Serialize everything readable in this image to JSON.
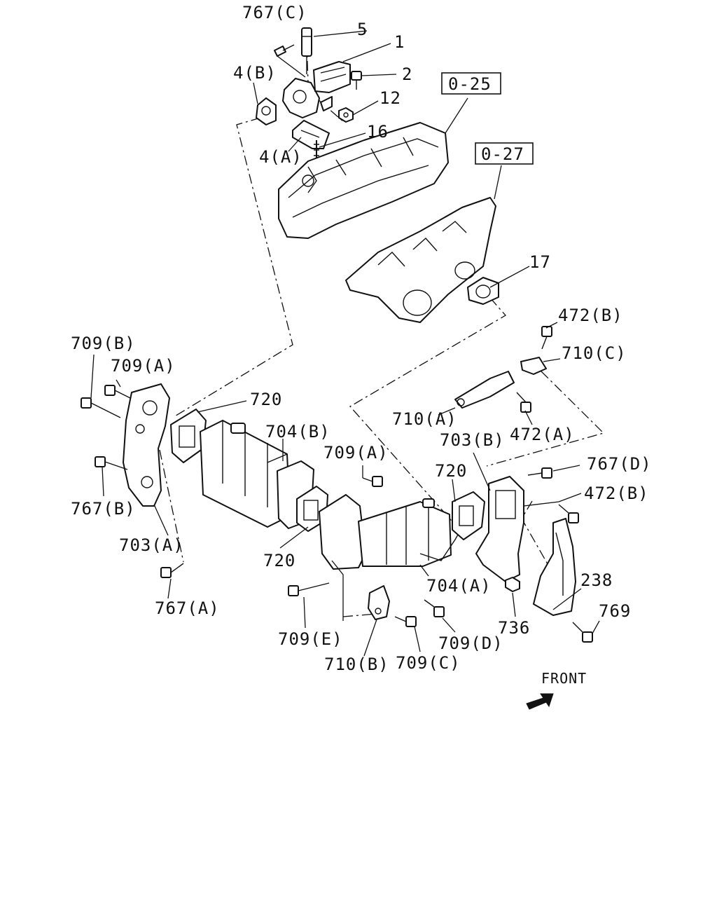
{
  "labels": {
    "l767c": "767(C)",
    "l5": "5",
    "l1": "1",
    "l2": "2",
    "l4b": "4(B)",
    "l12": "12",
    "l16": "16",
    "l4a": "4(A)",
    "l17": "17",
    "l472b_top": "472(B)",
    "l709b": "709(B)",
    "l709a_left": "709(A)",
    "l710c": "710(C)",
    "l720_top": "720",
    "l704b": "704(B)",
    "l710a": "710(A)",
    "l472a": "472(A)",
    "l703b": "703(B)",
    "l709a_mid": "709(A)",
    "l720_mid": "720",
    "l767d": "767(D)",
    "l767b": "767(B)",
    "l472b_right": "472(B)",
    "l703a": "703(A)",
    "l720_bot": "720",
    "l238": "238",
    "l704a": "704(A)",
    "l767a": "767(A)",
    "l769": "769",
    "l736": "736",
    "l709e": "709(E)",
    "l709d": "709(D)",
    "l710b": "710(B)",
    "l709c": "709(C)"
  },
  "refs": {
    "r025": "0-25",
    "r027": "0-27"
  },
  "front_label": "FRONT"
}
